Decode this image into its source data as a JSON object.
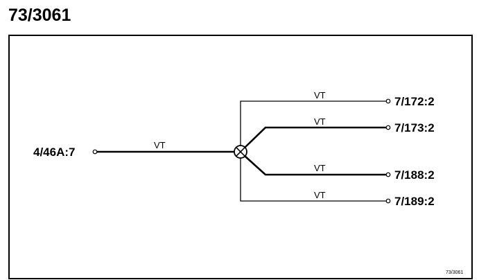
{
  "title": "73/3061",
  "source": {
    "label": "4/46A:7",
    "wire_color": "VT"
  },
  "branches": [
    {
      "wire_color": "VT",
      "target": "7/172:2"
    },
    {
      "wire_color": "VT",
      "target": "7/173:2"
    },
    {
      "wire_color": "VT",
      "target": "7/188:2"
    },
    {
      "wire_color": "VT",
      "target": "7/189:2"
    }
  ],
  "reference_code": "73/3061",
  "colors": {
    "line": "#000000",
    "background": "#ffffff"
  },
  "icons": {
    "splice": "splice-icon",
    "terminal": "terminal-circle-icon"
  }
}
